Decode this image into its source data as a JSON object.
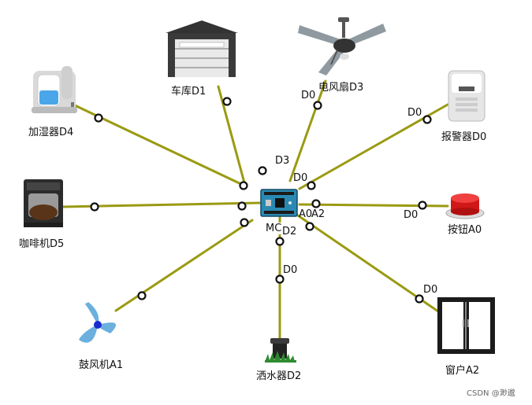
{
  "diagram": {
    "controller": {
      "label": "MC",
      "pins": {
        "d3": "D3",
        "d0": "D0",
        "d2": "D2",
        "a0": "A0",
        "a2": "A2"
      }
    },
    "devices": {
      "garage": {
        "label": "车库D1",
        "pin": ""
      },
      "fan": {
        "label": "电风扇D3",
        "pin": "D0"
      },
      "alarm": {
        "label": "报警器D0",
        "pin": "D0"
      },
      "humidifier": {
        "label": "加湿器D4",
        "pin": ""
      },
      "coffee": {
        "label": "咖啡机D5",
        "pin": ""
      },
      "button": {
        "label": "按钮A0",
        "pin": "D0"
      },
      "blower": {
        "label": "鼓风机A1",
        "pin": ""
      },
      "sprinkler": {
        "label": "洒水器D2",
        "pin": "D0"
      },
      "window": {
        "label": "窗户A2",
        "pin": "D0"
      }
    },
    "wire_color": "#9a9a12",
    "watermark": "CSDN @渺邈"
  }
}
